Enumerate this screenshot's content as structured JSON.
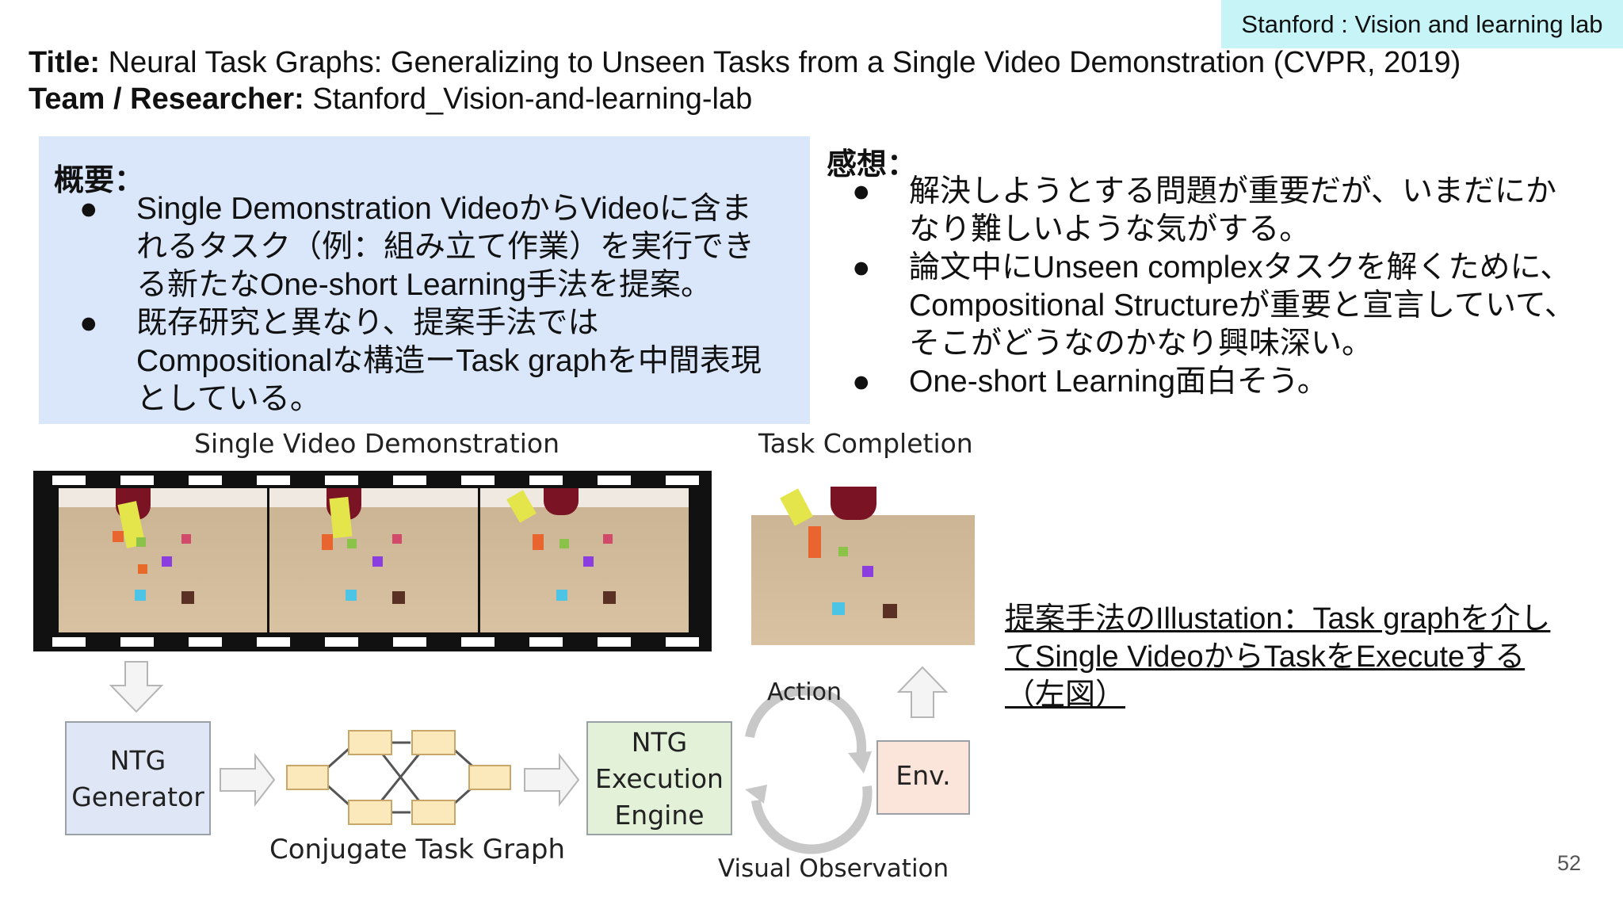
{
  "header": {
    "tag": "Stanford : Vision and learning lab",
    "title_label": "Title:",
    "title_value": " Neural Task Graphs: Generalizing to Unseen Tasks from a Single Video Demonstration (CVPR, 2019)",
    "team_label": "Team / Researcher:",
    "team_value": " Stanford_Vision-and-learning-lab"
  },
  "summary": {
    "heading": "概要：",
    "bullets": [
      [
        "Single Demonstration VideoからVideoに含ま",
        "れるタスク（例：組み立て作業）を実行でき",
        "る新たなOne-short Learning手法を提案。"
      ],
      [
        "既存研究と異なり、提案手法では",
        "Compositionalな構造ーTask graphを中間表現",
        "としている。"
      ]
    ]
  },
  "impressions": {
    "heading": "感想：",
    "bullets": [
      [
        "解決しようとする問題が重要だが、いまだにか",
        "なり難しいような気がする。"
      ],
      [
        "論文中にUnseen complexタスクを解くために、",
        "Compositional Structureが重要と宣言していて、",
        "そこがどうなのかなり興味深い。"
      ],
      [
        "One-short Learning面白そう。"
      ]
    ]
  },
  "figure": {
    "demo_label": "Single Video Demonstration",
    "completion_label": "Task Completion",
    "ntg_generator": [
      "NTG",
      "Generator"
    ],
    "task_graph_label": "Conjugate Task Graph",
    "ntg_engine": [
      "NTG",
      "Execution",
      "Engine"
    ],
    "env_label": "Env.",
    "action_label": "Action",
    "observation_label": "Visual Observation"
  },
  "caption": [
    "提案手法のIllustation：Task graphを介し",
    "てSingle VideoからTaskをExecuteする",
    "（左図）"
  ],
  "page_number": "52",
  "colors": {
    "tag_bg": "#c7f4f7",
    "summary_bg": "#dae7fb",
    "generator_bg": "#dfe6f5",
    "graph_node": "#fbe9bc",
    "engine_bg": "#e3f1d8",
    "env_bg": "#fbe4d9"
  }
}
